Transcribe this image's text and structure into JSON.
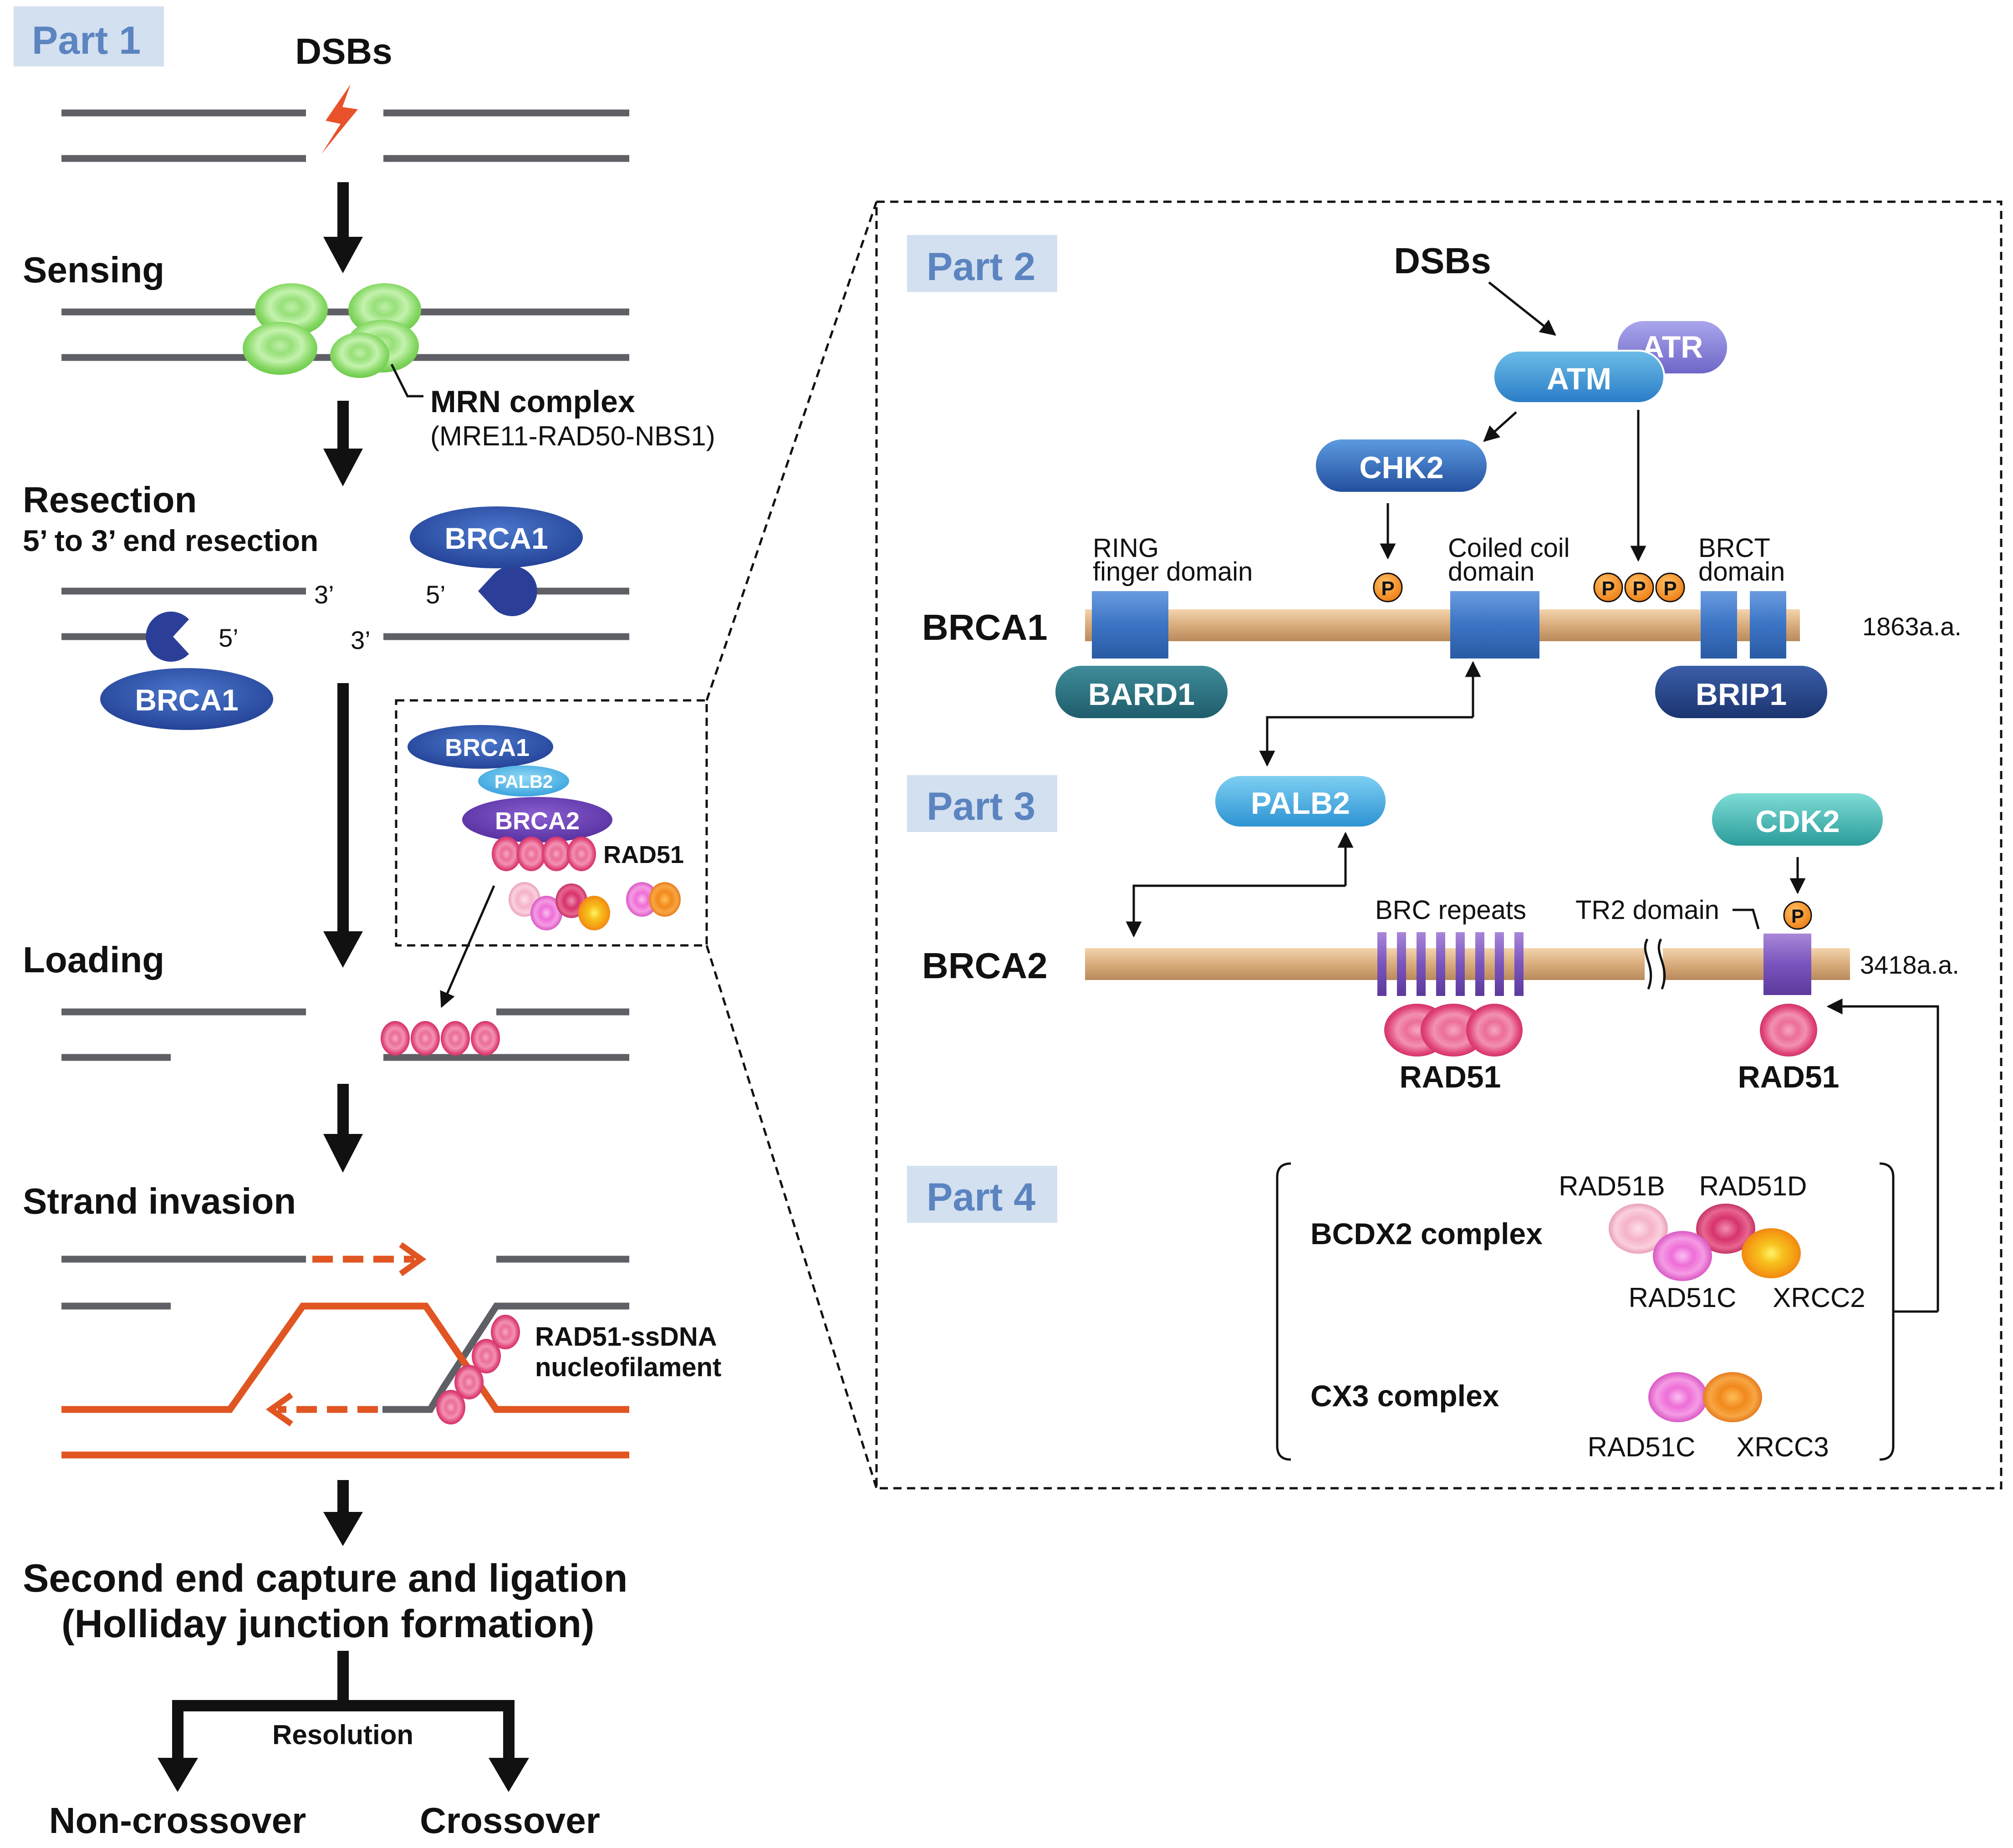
{
  "part1": {
    "tag": "Part 1",
    "dsbs": "DSBs",
    "sensing": "Sensing",
    "mrn_title": "MRN complex",
    "mrn_sub": "(MRE11-RAD50-NBS1)",
    "resection": "Resection",
    "resection_sub": "5’ to 3’ end resection",
    "brca1": "BRCA1",
    "end3": "3’",
    "end5": "5’",
    "loading": "Loading",
    "cluster": {
      "brca1": "BRCA1",
      "palb2": "PALB2",
      "brca2": "BRCA2",
      "rad51": "RAD51"
    },
    "strand_invasion": "Strand invasion",
    "nucleofilament_1": "RAD51-ssDNA",
    "nucleofilament_2": "nucleofilament",
    "capture_1": "Second end capture and ligation",
    "capture_2": "(Holliday junction formation)",
    "resolution": "Resolution",
    "non_crossover": "Non-crossover",
    "crossover": "Crossover"
  },
  "part2": {
    "tag": "Part 2",
    "dsbs": "DSBs",
    "atm": "ATM",
    "atr": "ATR",
    "chk2": "CHK2",
    "phospho": "P",
    "ring_1": "RING",
    "ring_2": "finger domain",
    "coiled_1": "Coiled coil",
    "coiled_2": "domain",
    "brct_1": "BRCT",
    "brct_2": "domain",
    "protein": "BRCA1",
    "length": "1863a.a.",
    "bard1": "BARD1",
    "brip1": "BRIP1"
  },
  "part3": {
    "tag": "Part 3",
    "palb2": "PALB2",
    "cdk2": "CDK2",
    "brc_repeats": "BRC repeats",
    "tr2_domain": "TR2 domain",
    "protein": "BRCA2",
    "length": "3418a.a.",
    "rad51_left": "RAD51",
    "rad51_right": "RAD51"
  },
  "part4": {
    "tag": "Part 4",
    "bcdx2": "BCDX2 complex",
    "rad51b": "RAD51B",
    "rad51d": "RAD51D",
    "rad51c_a": "RAD51C",
    "xrcc2": "XRCC2",
    "cx3": "CX3 complex",
    "rad51c_b": "RAD51C",
    "xrcc3": "XRCC3"
  },
  "colors": {
    "part_tag_bg": "#d3e0f0",
    "part_tag_text": "#5b84c0",
    "dna": "#5f6066",
    "invading_strand": "#e05522",
    "brca1": "#2f55a8",
    "mrn": "#6ecb4c",
    "rad51": "#e0457a",
    "brca2": "#6a3ea8",
    "palb2": "#3ba8de",
    "protein_bar": "#d8ad7f",
    "domain": "#3e76c2",
    "phospho": "#f08a1c"
  }
}
